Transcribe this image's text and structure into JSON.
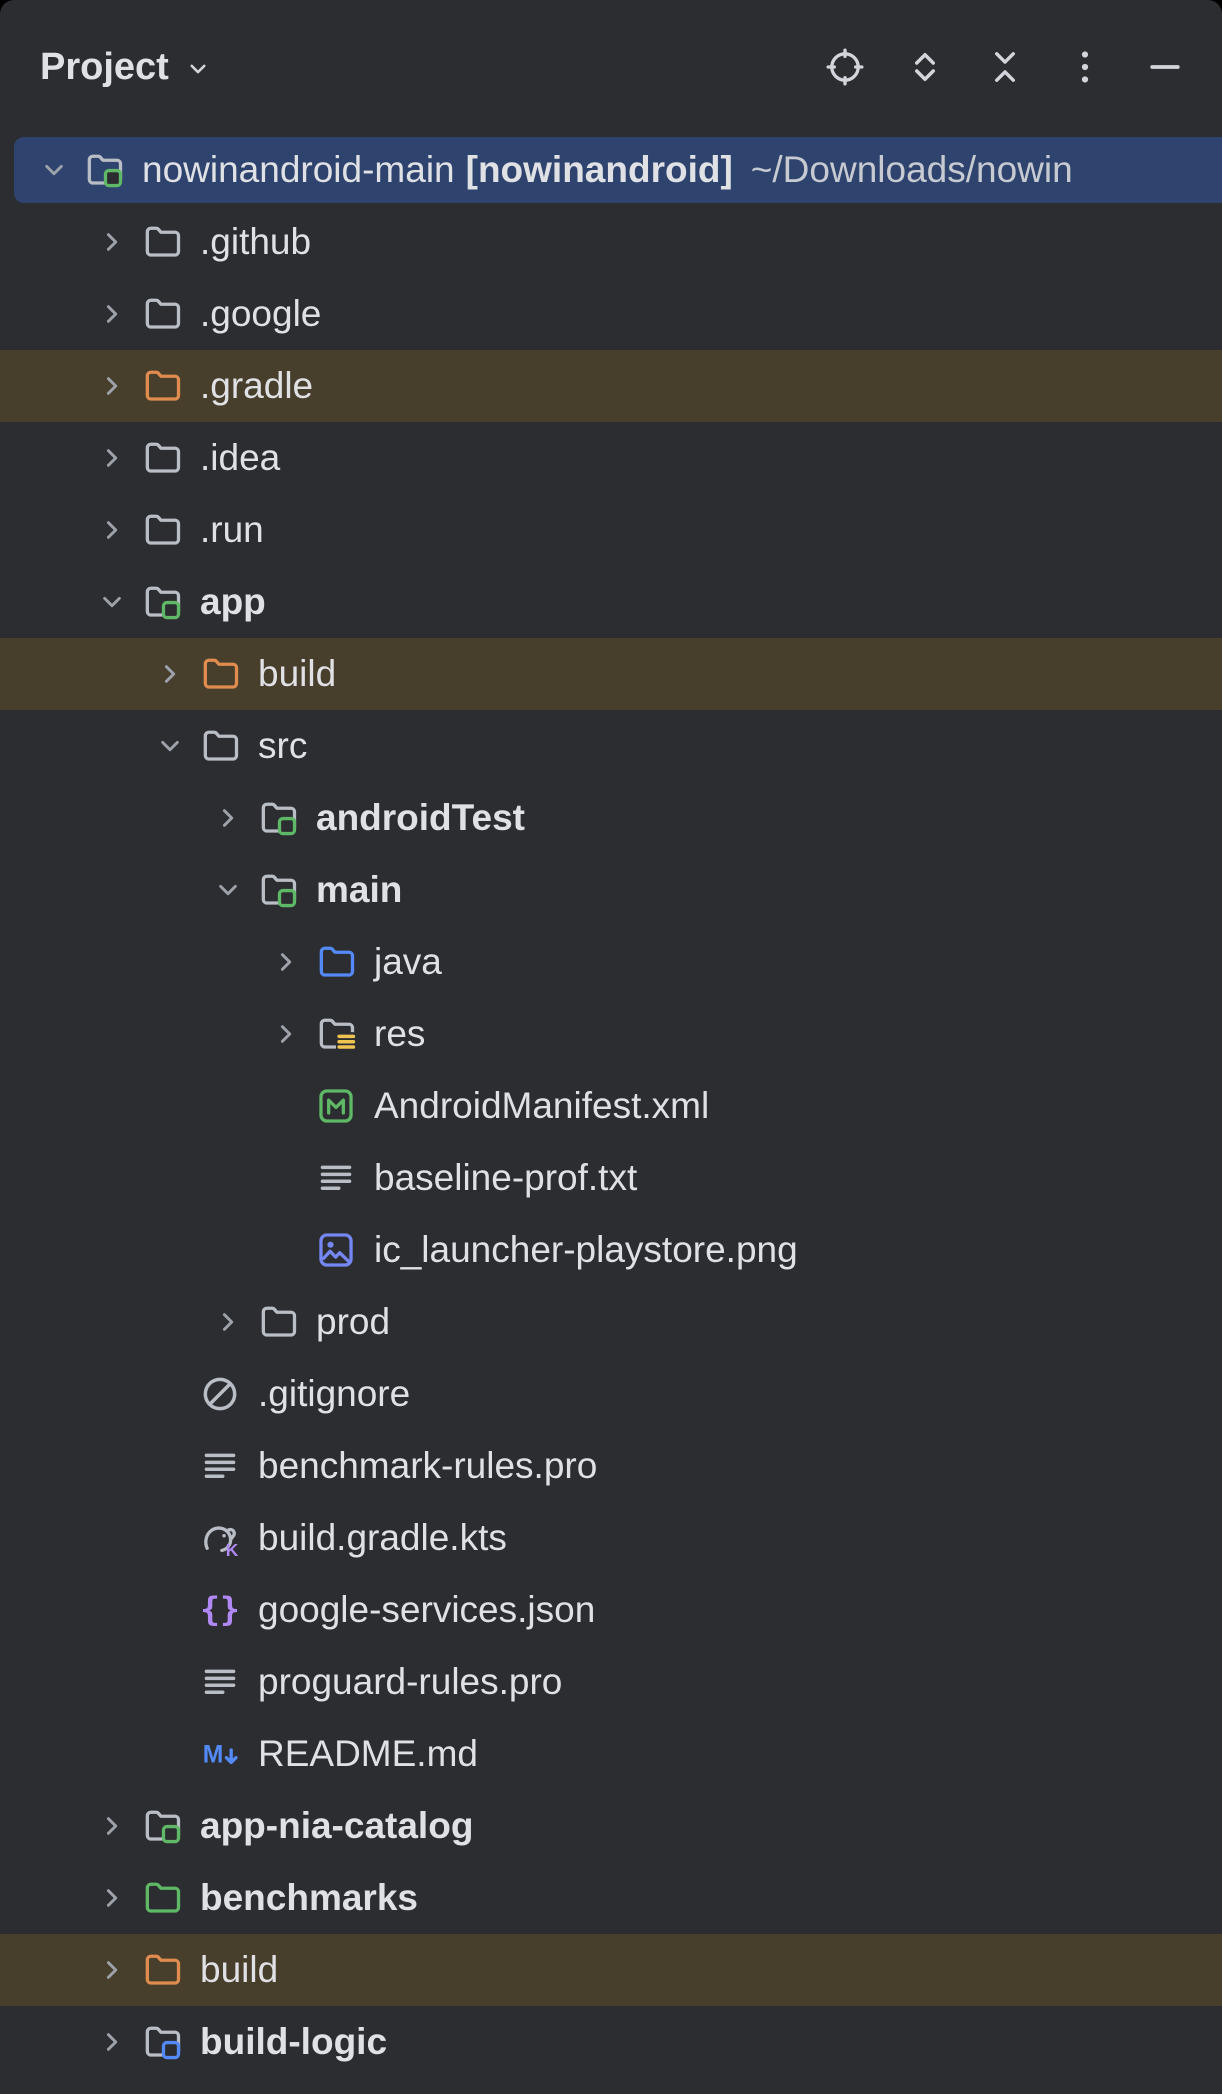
{
  "colors": {
    "bg": "#2b2d30",
    "selection": "#2e436e",
    "excluded": "#473e2c",
    "text": "#dfe1e5",
    "path_text": "#c7cbd1",
    "gray": "#b9bdc5",
    "chevron": "#9da2ab",
    "toolbar_icon": "#d2d5db",
    "orange": "#e08c4e",
    "green": "#5fb865",
    "blue": "#548af7",
    "purple": "#b189f5",
    "yellow": "#f0c452",
    "image": "#7487f2"
  },
  "header": {
    "title": "Project",
    "toolbar": [
      {
        "name": "locate-opened-file",
        "icon": "target"
      },
      {
        "name": "expand-all",
        "icon": "unfold"
      },
      {
        "name": "collapse-all",
        "icon": "fold"
      },
      {
        "name": "more-options",
        "icon": "kebab"
      },
      {
        "name": "hide-tool-window",
        "icon": "minimize"
      }
    ]
  },
  "tree": [
    {
      "id": "project-root",
      "level": 0,
      "node": "expanded",
      "row": "selected",
      "icon": {
        "kind": "folder",
        "color": "gray",
        "badge": "green"
      },
      "parts": [
        {
          "t": "nowinandroid-main",
          "s": "name"
        },
        {
          "t": "[nowinandroid]",
          "s": "module"
        },
        {
          "t": "~/Downloads/nowin",
          "s": "path"
        }
      ],
      "label": "nowinandroid-main [nowinandroid] ~/Downloads/nowin"
    },
    {
      "id": "github",
      "label": ".github",
      "level": 1,
      "node": "collapsed",
      "icon": {
        "kind": "folder",
        "color": "gray"
      }
    },
    {
      "id": "google",
      "label": ".google",
      "level": 1,
      "node": "collapsed",
      "icon": {
        "kind": "folder",
        "color": "gray"
      }
    },
    {
      "id": "gradle",
      "label": ".gradle",
      "level": 1,
      "node": "collapsed",
      "row": "excluded",
      "icon": {
        "kind": "folder",
        "color": "orange"
      }
    },
    {
      "id": "idea",
      "label": ".idea",
      "level": 1,
      "node": "collapsed",
      "icon": {
        "kind": "folder",
        "color": "gray"
      }
    },
    {
      "id": "run",
      "label": ".run",
      "level": 1,
      "node": "collapsed",
      "icon": {
        "kind": "folder",
        "color": "gray"
      }
    },
    {
      "id": "app",
      "label": "app",
      "level": 1,
      "node": "expanded",
      "bold": true,
      "icon": {
        "kind": "folder",
        "color": "gray",
        "badge": "green"
      }
    },
    {
      "id": "app-build",
      "label": "build",
      "level": 2,
      "node": "collapsed",
      "row": "excluded",
      "icon": {
        "kind": "folder",
        "color": "orange"
      }
    },
    {
      "id": "src",
      "label": "src",
      "level": 2,
      "node": "expanded",
      "icon": {
        "kind": "folder",
        "color": "gray"
      }
    },
    {
      "id": "androidTest",
      "label": "androidTest",
      "level": 3,
      "node": "collapsed",
      "bold": true,
      "icon": {
        "kind": "folder",
        "color": "gray",
        "badge": "green"
      }
    },
    {
      "id": "main",
      "label": "main",
      "level": 3,
      "node": "expanded",
      "bold": true,
      "icon": {
        "kind": "folder",
        "color": "gray",
        "badge": "green"
      }
    },
    {
      "id": "java",
      "label": "java",
      "level": 4,
      "node": "collapsed",
      "icon": {
        "kind": "folder",
        "color": "blue"
      }
    },
    {
      "id": "res",
      "label": "res",
      "level": 4,
      "node": "collapsed",
      "icon": {
        "kind": "folder",
        "color": "gray",
        "badge": "lines"
      }
    },
    {
      "id": "android-manifest",
      "label": "AndroidManifest.xml",
      "level": 4,
      "node": "leaf",
      "icon": {
        "kind": "manifest"
      }
    },
    {
      "id": "baseline-prof",
      "label": "baseline-prof.txt",
      "level": 4,
      "node": "leaf",
      "icon": {
        "kind": "text-file"
      }
    },
    {
      "id": "ic-launcher-playstore",
      "label": "ic_launcher-playstore.png",
      "level": 4,
      "node": "leaf",
      "icon": {
        "kind": "image"
      }
    },
    {
      "id": "prod",
      "label": "prod",
      "level": 3,
      "node": "collapsed",
      "icon": {
        "kind": "folder",
        "color": "gray"
      }
    },
    {
      "id": "gitignore",
      "label": ".gitignore",
      "level": 2,
      "node": "leaf",
      "icon": {
        "kind": "ignore"
      }
    },
    {
      "id": "benchmark-rules",
      "label": "benchmark-rules.pro",
      "level": 2,
      "node": "leaf",
      "icon": {
        "kind": "text-file"
      }
    },
    {
      "id": "build-gradle-kts",
      "label": "build.gradle.kts",
      "level": 2,
      "node": "leaf",
      "icon": {
        "kind": "gradle"
      }
    },
    {
      "id": "google-services",
      "label": "google-services.json",
      "level": 2,
      "node": "leaf",
      "icon": {
        "kind": "braces"
      }
    },
    {
      "id": "proguard-rules",
      "label": "proguard-rules.pro",
      "level": 2,
      "node": "leaf",
      "icon": {
        "kind": "text-file"
      }
    },
    {
      "id": "readme",
      "label": "README.md",
      "level": 2,
      "node": "leaf",
      "icon": {
        "kind": "markdown"
      }
    },
    {
      "id": "app-nia-catalog",
      "label": "app-nia-catalog",
      "level": 1,
      "node": "collapsed",
      "bold": true,
      "icon": {
        "kind": "folder",
        "color": "gray",
        "badge": "green"
      }
    },
    {
      "id": "benchmarks",
      "label": "benchmarks",
      "level": 1,
      "node": "collapsed",
      "bold": true,
      "icon": {
        "kind": "folder",
        "color": "green"
      }
    },
    {
      "id": "build",
      "label": "build",
      "level": 1,
      "node": "collapsed",
      "row": "excluded",
      "icon": {
        "kind": "folder",
        "color": "orange"
      }
    },
    {
      "id": "build-logic",
      "label": "build-logic",
      "level": 1,
      "node": "collapsed",
      "bold": true,
      "icon": {
        "kind": "folder",
        "color": "gray",
        "badge": "blue"
      }
    }
  ]
}
